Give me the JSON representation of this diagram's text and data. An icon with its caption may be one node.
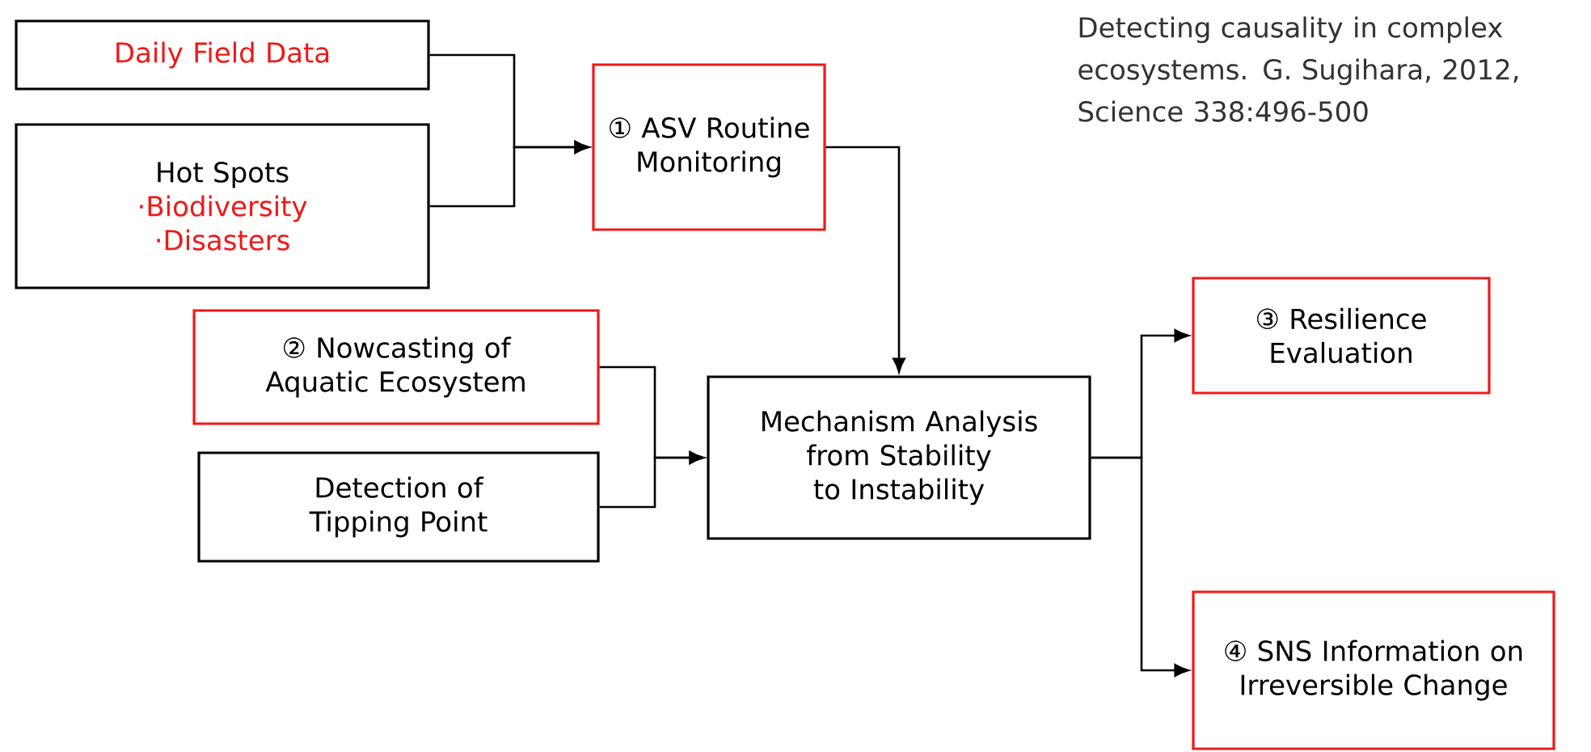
{
  "diagram": {
    "nodes": [
      {
        "text": [
          "Daily Field Data"
        ]
      },
      {
        "text": [
          "Hot Spots",
          "·Biodiversity",
          "·Disasters"
        ]
      },
      {
        "text": [
          "① ASV Routine Monitoring"
        ]
      },
      {
        "text": [
          "② Nowcasting of Aquatic Ecosystem"
        ]
      },
      {
        "text": [
          "Detection of Tipping Point"
        ]
      },
      {
        "text": [
          "Mechanism Analysis from Stability to Instability"
        ]
      },
      {
        "text": [
          "③ Resilience Evaluation"
        ]
      },
      {
        "text": [
          "④ SNS Information on Irreversible Change"
        ]
      }
    ],
    "edges": [
      {
        "from": 0,
        "to": 2,
        "arrow": "to"
      },
      {
        "from": 1,
        "to": 2,
        "arrow": "to"
      },
      {
        "from": 2,
        "to": 5,
        "arrow": "to"
      },
      {
        "from": 3,
        "to": 5,
        "arrow": "to"
      },
      {
        "from": 4,
        "to": 5,
        "arrow": "to"
      },
      {
        "from": 5,
        "to": 6,
        "arrow": "to"
      },
      {
        "from": 5,
        "to": 7,
        "arrow": "to"
      }
    ],
    "labels": [
      "Detecting causality in complex ecosystems. G. Sugihara, 2012, Science 338:496-500"
    ]
  }
}
